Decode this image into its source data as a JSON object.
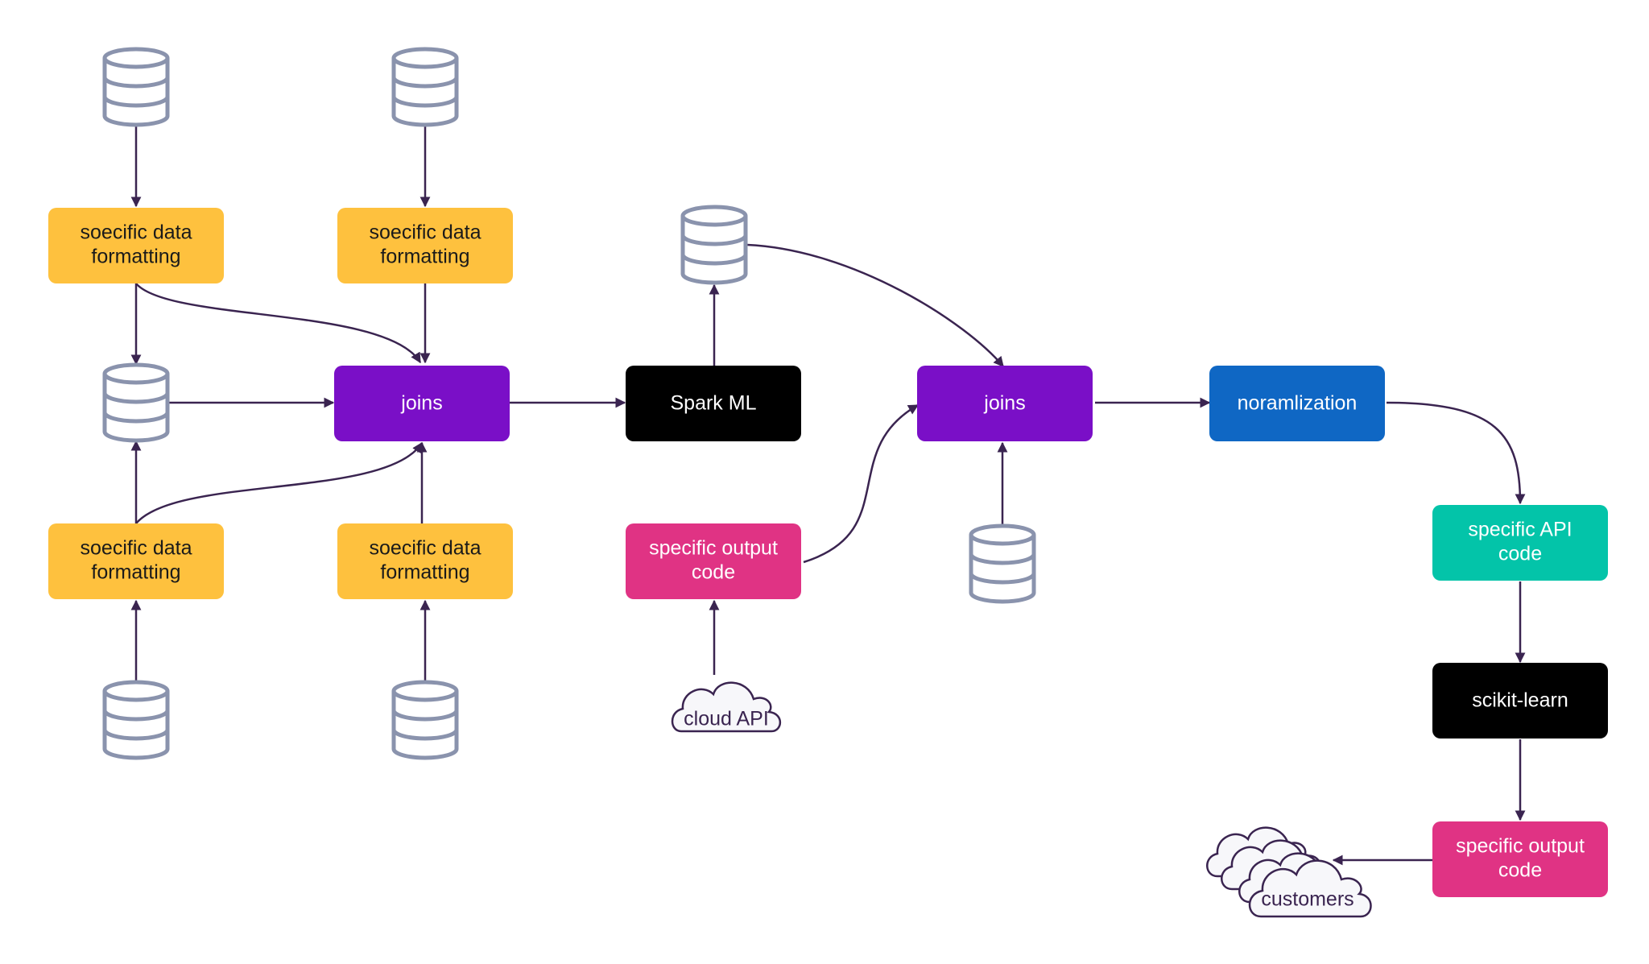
{
  "colors": {
    "yellow": "#fec13e",
    "purple": "#7a0fc7",
    "black": "#000000",
    "pink": "#e03384",
    "blue": "#0f67c4",
    "teal": "#03c4a9",
    "database": "#8a93ad",
    "edge": "#3a2450"
  },
  "nodes": {
    "fmt_tl": {
      "line1": "soecific data",
      "line2": "formatting"
    },
    "fmt_tr": {
      "line1": "soecific data",
      "line2": "formatting"
    },
    "fmt_bl": {
      "line1": "soecific data",
      "line2": "formatting"
    },
    "fmt_br": {
      "line1": "soecific data",
      "line2": "formatting"
    },
    "joins1": {
      "line1": "joins"
    },
    "spark_ml": {
      "line1": "Spark ML"
    },
    "output1": {
      "line1": "specific output",
      "line2": "code"
    },
    "joins2": {
      "line1": "joins"
    },
    "normalization": {
      "line1": "noramlization"
    },
    "api_code": {
      "line1": "specific API",
      "line2": "code"
    },
    "sklearn": {
      "line1": "scikit-learn"
    },
    "output2": {
      "line1": "specific output",
      "line2": "code"
    }
  },
  "clouds": {
    "cloud_api": "cloud API",
    "customers": "customers"
  },
  "icons": [
    "database-icon",
    "cloud-icon",
    "cloud-stack-icon"
  ]
}
